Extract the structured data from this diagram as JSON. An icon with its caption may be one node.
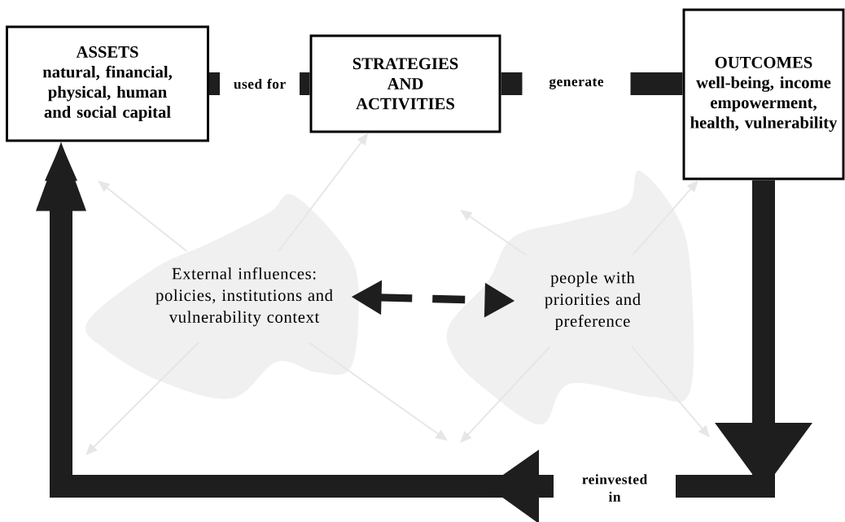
{
  "diagram": {
    "nodes": [
      {
        "text": [
          "ASSETS",
          "natural, financial, physical, human and social capital"
        ]
      },
      {
        "text": [
          "STRATEGIES AND ACTIVITIES"
        ]
      },
      {
        "text": [
          "OUTCOMES",
          "well-being, income empowerment, health, vulnerability"
        ]
      },
      {
        "text": [
          "External influences: policies, institutions and vulnerability context"
        ]
      },
      {
        "text": [
          "people with priorities and preference"
        ]
      }
    ],
    "edges": [
      {
        "from": 0,
        "to": 1,
        "arrow": "none",
        "label": "used for",
        "style": "thick",
        "color": "#1e1e1e"
      },
      {
        "from": 1,
        "to": 2,
        "arrow": "none",
        "label": "generate",
        "style": "thick",
        "color": "#1e1e1e"
      },
      {
        "from": 2,
        "to": 0,
        "arrow": "to",
        "label": "reinvested in",
        "style": "thick",
        "color": "#1e1e1e"
      },
      {
        "from": 3,
        "to": 4,
        "arrow": "both",
        "style": "dashed",
        "color": "#1e1e1e"
      },
      {
        "from": 3,
        "to": null,
        "arrow": "to"
      },
      {
        "from": 3,
        "to": 1,
        "arrow": "to"
      },
      {
        "from": 3,
        "to": null,
        "arrow": "to"
      },
      {
        "from": 3,
        "to": null,
        "arrow": "to"
      },
      {
        "from": 4,
        "to": null,
        "arrow": "to"
      },
      {
        "from": 4,
        "to": 2,
        "arrow": "to"
      },
      {
        "from": 4,
        "to": null,
        "arrow": "to"
      },
      {
        "from": 4,
        "to": null,
        "arrow": "to"
      }
    ]
  }
}
